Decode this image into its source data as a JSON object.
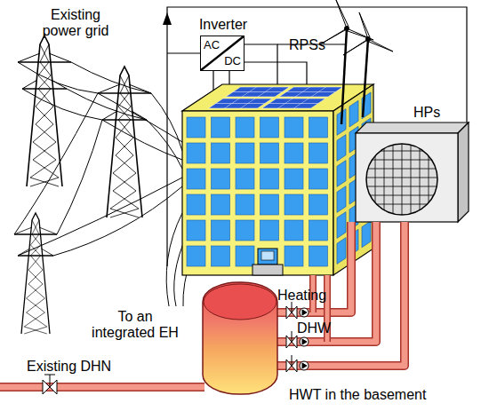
{
  "diagram": {
    "nodes": [
      {
        "text": [
          "Inverter",
          "AC",
          "DC"
        ]
      }
    ],
    "labels": [
      "Existing power grid",
      "RPSs",
      "HPs",
      "Heating",
      "DHW",
      "To an integrated EH",
      "Existing DHN",
      "HWT in the basement"
    ]
  }
}
